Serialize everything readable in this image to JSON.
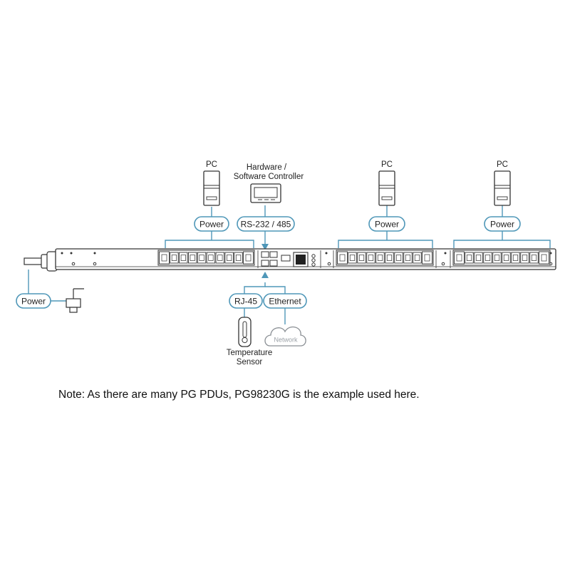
{
  "labels": {
    "pc_left": "PC",
    "hardware_controller": [
      "Hardware /",
      "Software Controller"
    ],
    "pc_middle": "PC",
    "pc_right": "PC",
    "temperature_sensor": [
      "Temperature",
      "Sensor"
    ],
    "network": "Network"
  },
  "pills": {
    "power_left": "Power",
    "rs232": "RS-232 / 485",
    "power_middle": "Power",
    "power_right": "Power",
    "power_input": "Power",
    "rj45": "RJ-45",
    "ethernet": "Ethernet"
  },
  "note": "Note: As there are many PG PDUs, PG98230G is the example used here.",
  "colors": {
    "connector": "#4f97b8",
    "outline": "#333333",
    "pill_border": "#4f97b8"
  }
}
